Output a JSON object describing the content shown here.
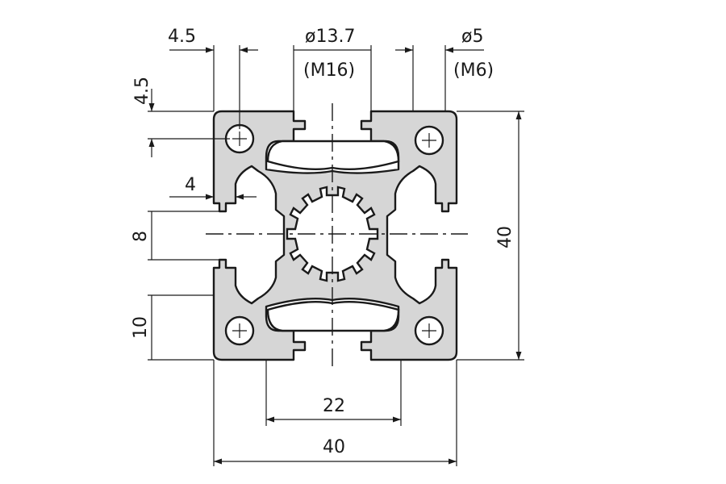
{
  "dimensions": {
    "top_left_width": "4.5",
    "top_left_height": "4.5",
    "center_bore_diameter": "ø13.7",
    "center_bore_thread": "(M16)",
    "corner_hole_diameter": "ø5",
    "corner_hole_thread": "(M6)",
    "slot_lip": "4",
    "slot_opening": "8",
    "corner_offset": "10",
    "slot_width_bottom": "22",
    "overall_width": "40",
    "overall_height": "40"
  },
  "colors": {
    "profile_fill": "#d6d6d6",
    "line": "#1a1a1a",
    "background": "#ffffff"
  }
}
